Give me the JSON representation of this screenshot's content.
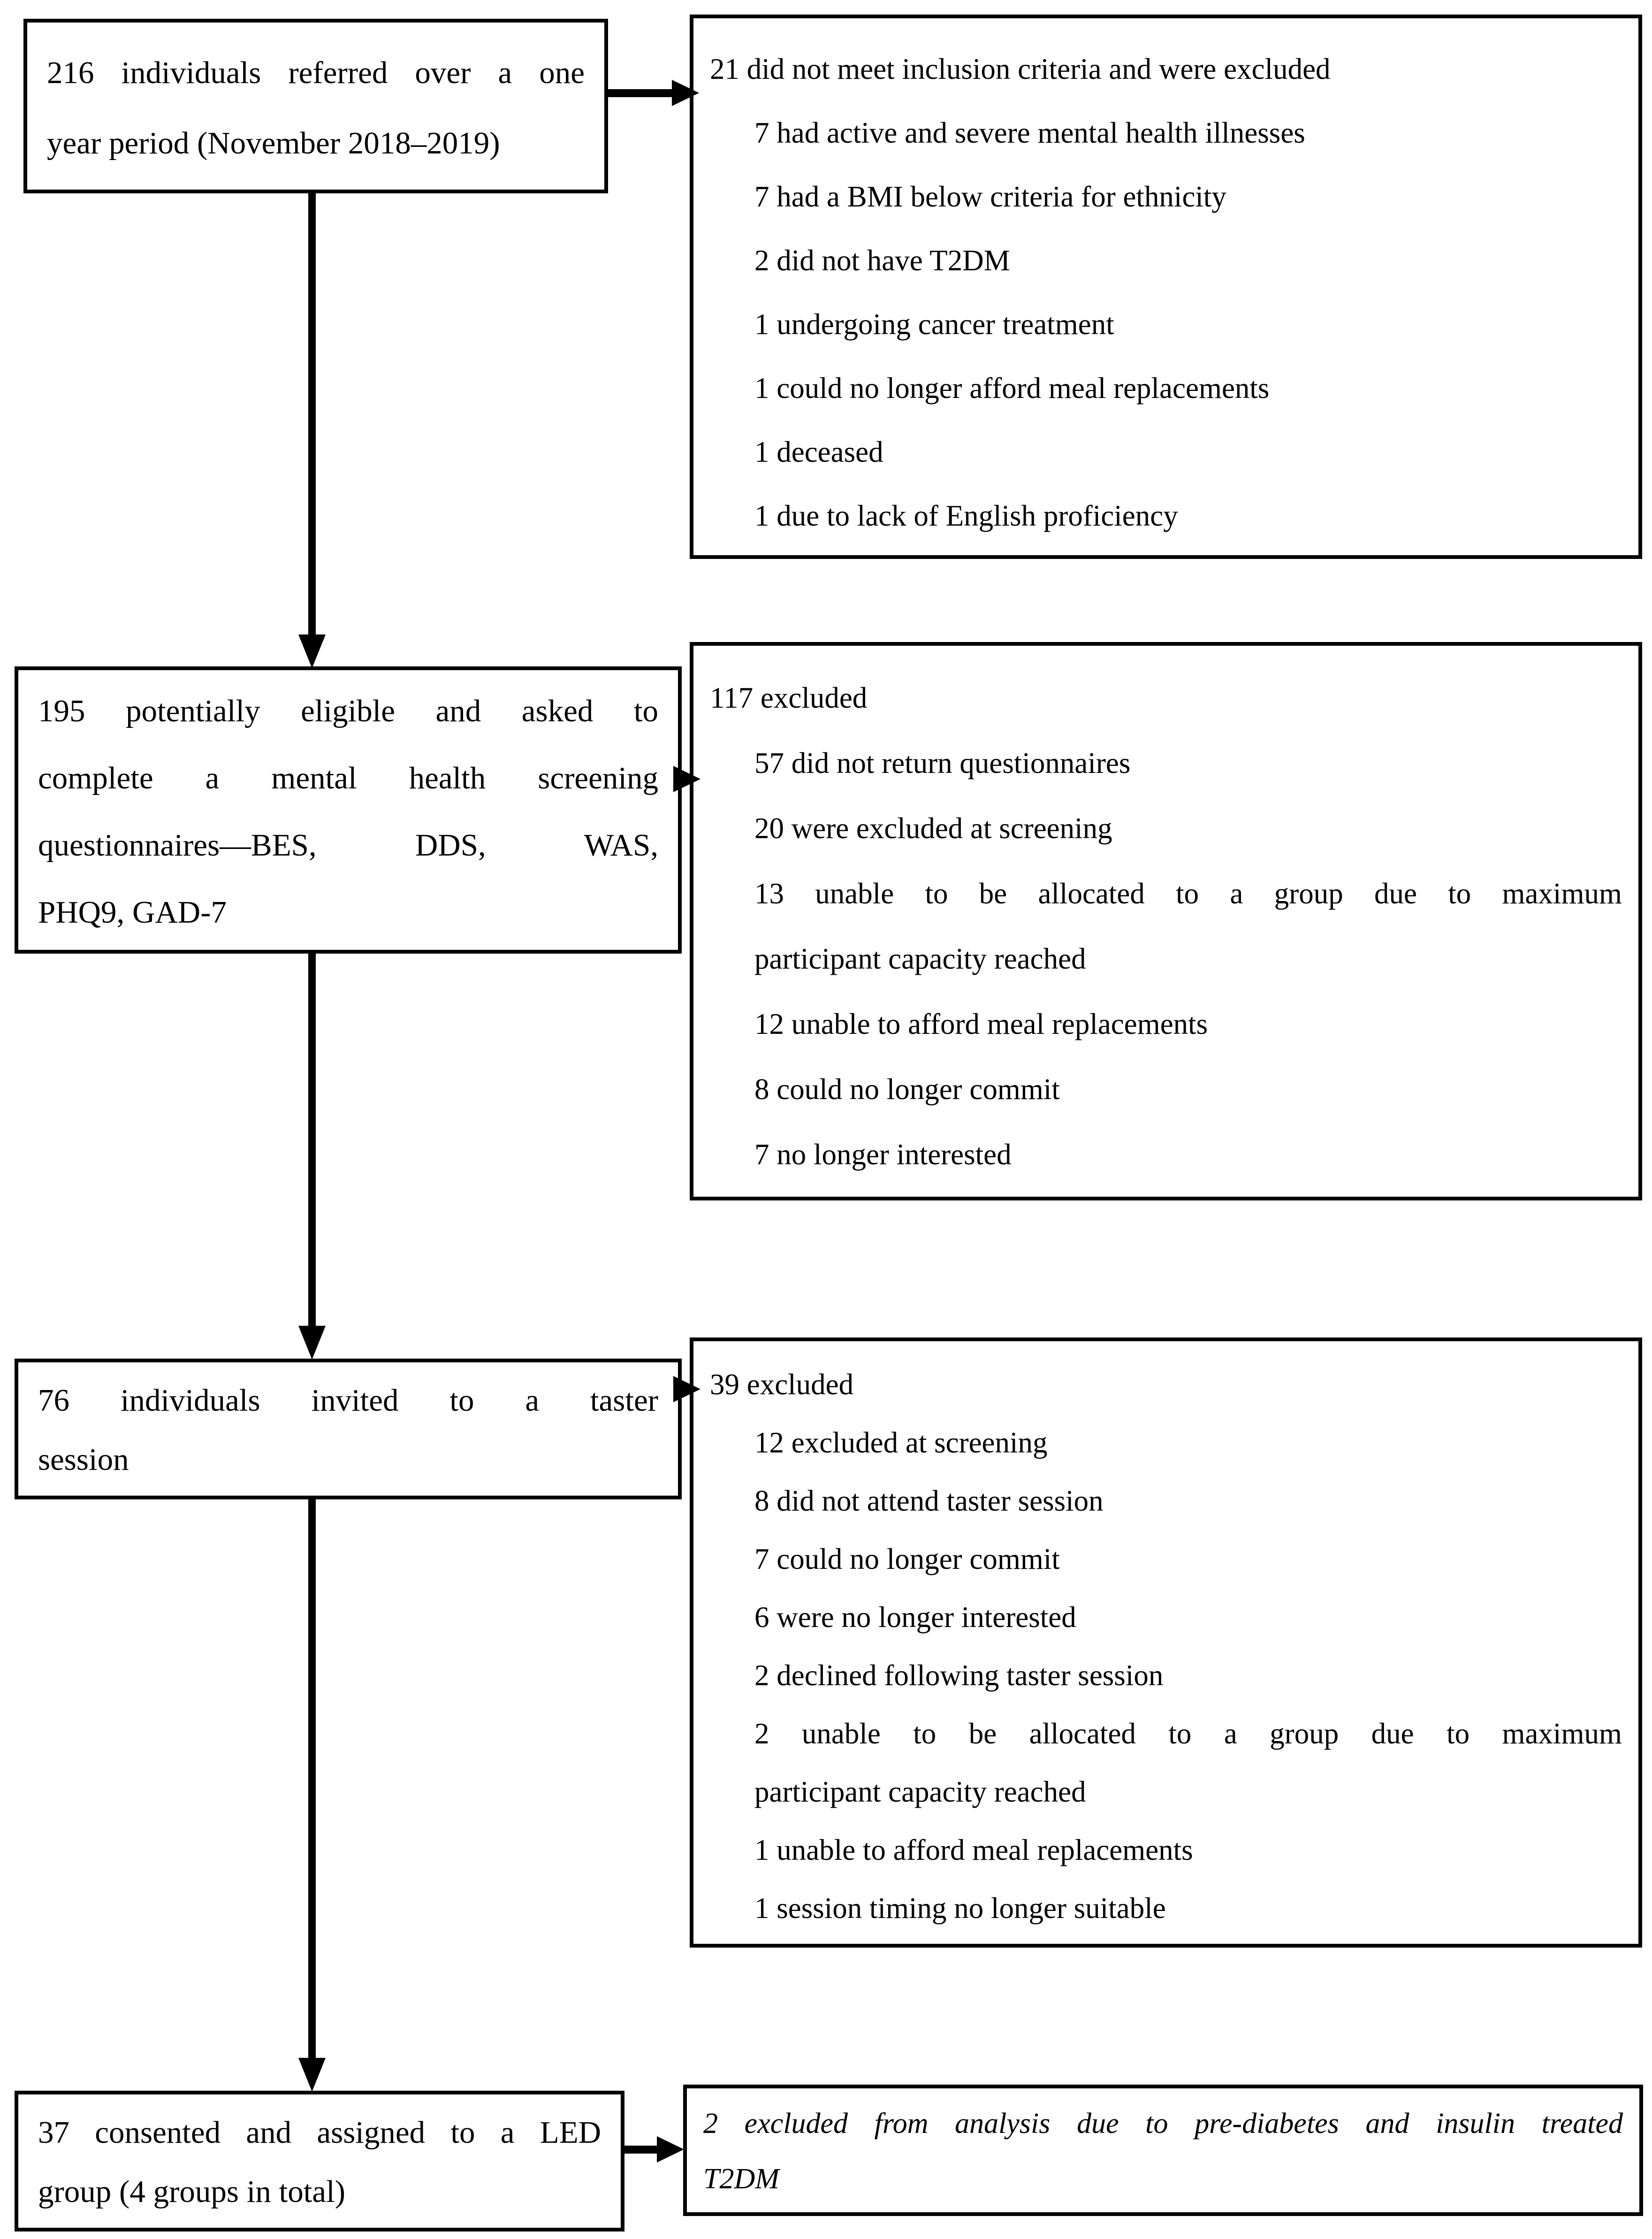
{
  "diagram": {
    "type": "participant-flow-diagram",
    "colors": {
      "background": "#ffffff",
      "line": "#000000",
      "text": "#000000"
    },
    "boxes": {
      "referred": {
        "lines": [
          {
            "t": "216 individuals referred over a one",
            "justify": true
          },
          {
            "t": "year period (November 2018–2019)"
          }
        ]
      },
      "excluded_inclusion": {
        "lines": [
          {
            "t": "21 did not meet inclusion criteria and were excluded"
          },
          {
            "t": "7 had active and severe mental health illnesses",
            "indent": 1
          },
          {
            "t": "7 had a BMI below criteria for ethnicity",
            "indent": 1
          },
          {
            "t": "2 did not have T2DM",
            "indent": 1
          },
          {
            "t": "1 undergoing cancer treatment",
            "indent": 1
          },
          {
            "t": "1 could no longer afford meal replacements",
            "indent": 1
          },
          {
            "t": "1 deceased",
            "indent": 1
          },
          {
            "t": "1 due to lack of English proficiency",
            "indent": 1
          }
        ]
      },
      "eligible": {
        "lines": [
          {
            "t": "195 potentially eligible and asked to",
            "justify": true
          },
          {
            "t": "complete a mental health screening",
            "justify": true
          },
          {
            "t": "questionnaires—BES, DDS, WAS,",
            "justify": true
          },
          {
            "t": "PHQ9, GAD-7"
          }
        ]
      },
      "excluded_screening": {
        "lines": [
          {
            "t": "117 excluded"
          },
          {
            "t": "57 did not return questionnaires",
            "indent": 1
          },
          {
            "t": "20 were excluded at screening",
            "indent": 1
          },
          {
            "t": "13 unable to be allocated to a group due to maximum",
            "indent": 1,
            "justify": true
          },
          {
            "t": "participant capacity reached",
            "indent": 1
          },
          {
            "t": "12 unable to afford meal replacements",
            "indent": 1
          },
          {
            "t": "8 could no longer commit",
            "indent": 1
          },
          {
            "t": "7 no longer interested",
            "indent": 1
          }
        ]
      },
      "taster": {
        "lines": [
          {
            "t": "76 individuals invited to a taster",
            "justify": true
          },
          {
            "t": "session"
          }
        ]
      },
      "excluded_taster": {
        "lines": [
          {
            "t": "39 excluded"
          },
          {
            "t": "12 excluded at screening",
            "indent": 1
          },
          {
            "t": "8 did not attend taster session",
            "indent": 1
          },
          {
            "t": "7 could no longer commit",
            "indent": 1
          },
          {
            "t": "6 were no longer interested",
            "indent": 1
          },
          {
            "t": "2 declined following taster session",
            "indent": 1
          },
          {
            "t": "2 unable to be allocated to a group due to maximum",
            "indent": 1,
            "justify": true
          },
          {
            "t": "participant capacity reached",
            "indent": 1
          },
          {
            "t": "1 unable to afford meal replacements",
            "indent": 1
          },
          {
            "t": "1 session timing no longer suitable",
            "indent": 1
          }
        ]
      },
      "consented": {
        "lines": [
          {
            "t": "37 consented and assigned to a LED",
            "justify": true
          },
          {
            "t": "group (4 groups in total)"
          }
        ]
      },
      "excluded_analysis": {
        "lines": [
          {
            "t": "2 excluded from analysis due to pre-diabetes and insulin treated",
            "justify": true
          },
          {
            "t": "T2DM"
          }
        ]
      }
    }
  }
}
